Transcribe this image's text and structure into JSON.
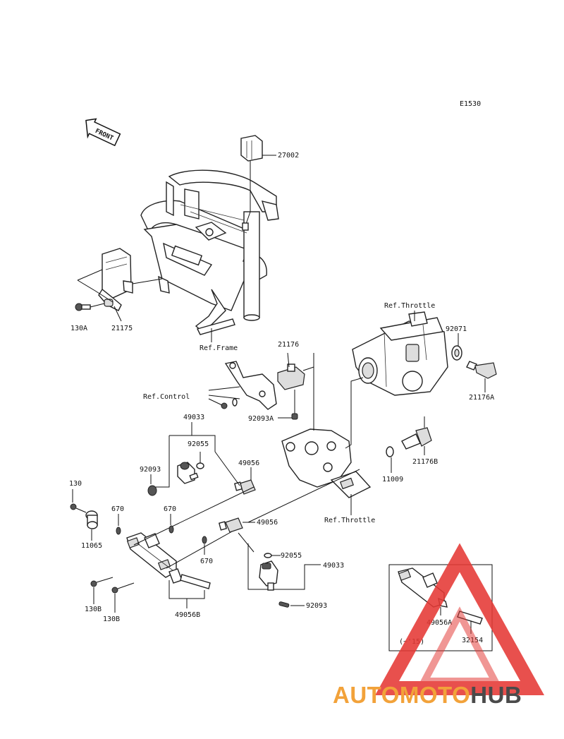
{
  "diagram_code": "E1530",
  "front_label": "FRONT",
  "callouts": {
    "c27002": "27002",
    "c130A": "130A",
    "c21175": "21175",
    "refFrame": "Ref.Frame",
    "refThrottleTop": "Ref.Throttle",
    "c92071": "92071",
    "c21176A": "21176A",
    "c21176": "21176",
    "refControl": "Ref.Control",
    "c92093A": "92093A",
    "c49033a": "49033",
    "c92055a": "92055",
    "c92093a": "92093",
    "c49056a": "49056",
    "c21176B": "21176B",
    "c11009": "11009",
    "refThrottleBottom": "Ref.Throttle",
    "c130": "130",
    "c670a": "670",
    "c670b": "670",
    "c11065": "11065",
    "c49056b": "49056",
    "c670c": "670",
    "c92055b": "92055",
    "c49033b": "49033",
    "c92093b": "92093",
    "c130B1": "130B",
    "c130B2": "130B",
    "c49056B": "49056B",
    "c49056A": "49056A",
    "c32154": "32154",
    "inset_note": "(~'15)"
  },
  "watermark": {
    "part1": "AUTOMOTO",
    "part2": "HUB",
    "color1": "#f2a23a",
    "color2": "#4a4a4a",
    "triangle_color": "#e53935"
  }
}
